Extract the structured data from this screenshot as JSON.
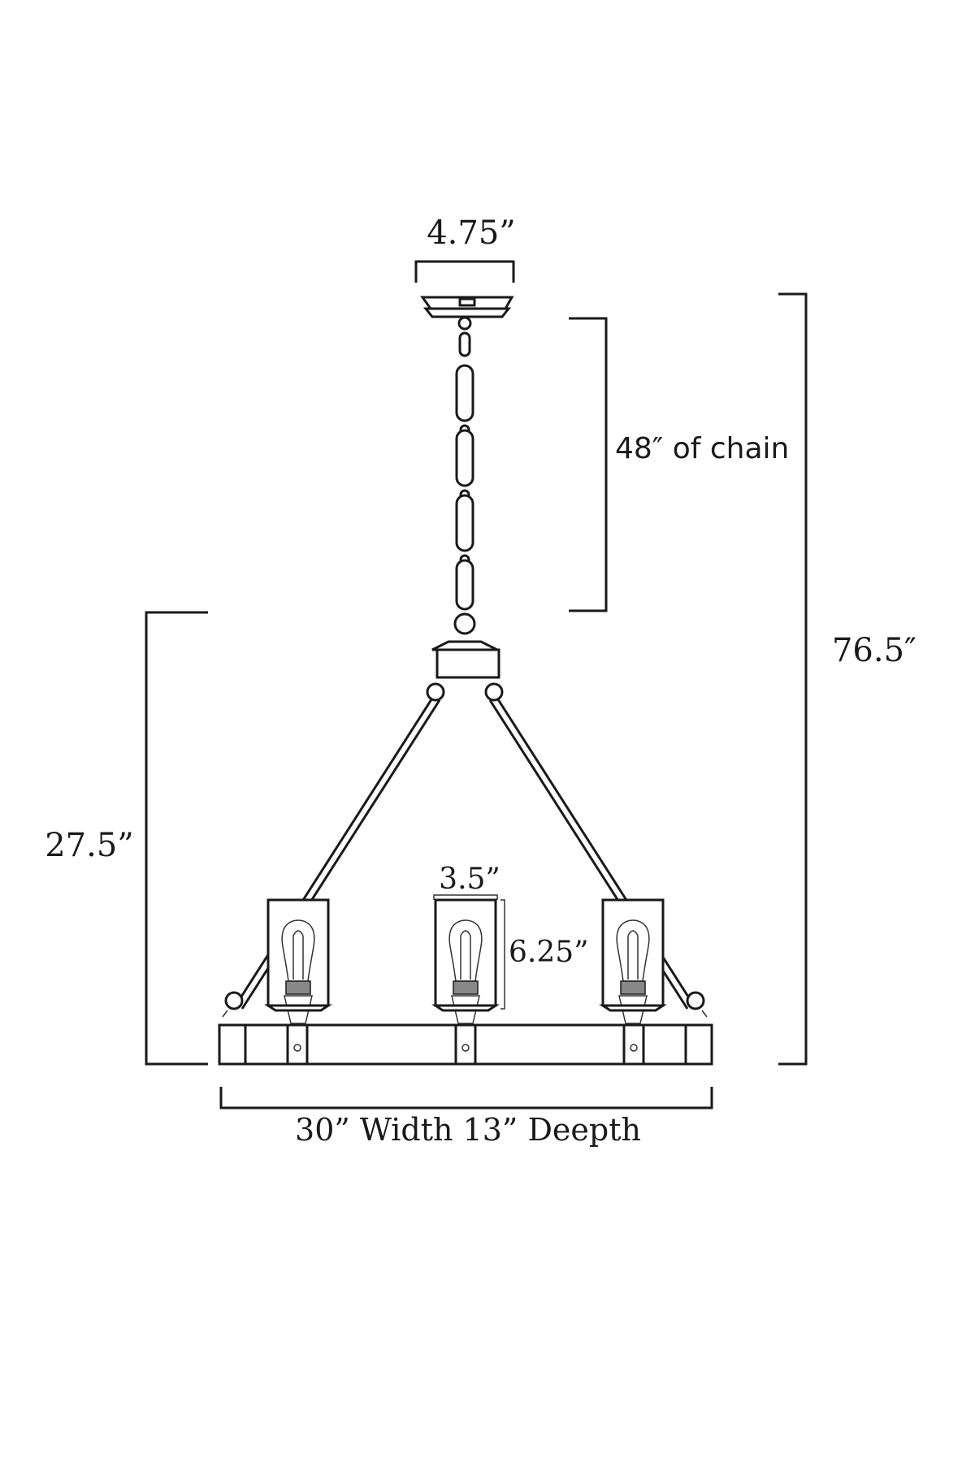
{
  "dimensions": {
    "canopy_width": "4.75”",
    "chain_length": "48″  of chain",
    "overall_height": "76.5″",
    "fixture_height": "27.5”",
    "shade_width": "3.5”",
    "shade_height": "6.25”",
    "base_size": "30” Width 13” Deepth"
  },
  "colors": {
    "line": "#1a1a1a",
    "background": "#ffffff",
    "socket": "#888888"
  },
  "icons": {
    "bulb": "edison-bulb-icon",
    "chain": "chain-link-icon"
  }
}
